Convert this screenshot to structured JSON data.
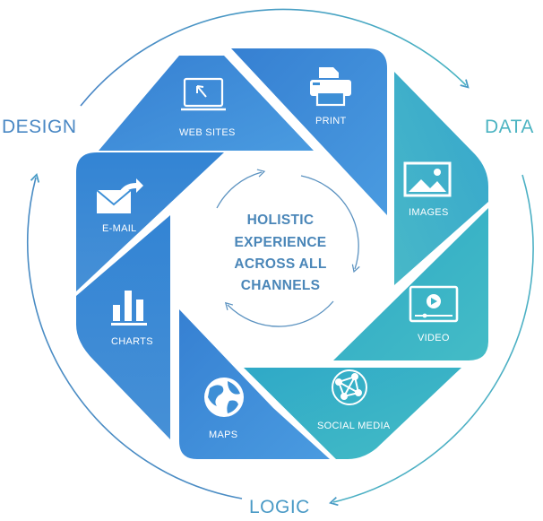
{
  "outer": {
    "design": "DESIGN",
    "data": "DATA",
    "logic": "LOGIC"
  },
  "segments": {
    "web_sites": "WEB SITES",
    "print": "PRINT",
    "images": "IMAGES",
    "video": "VIDEO",
    "social_media": "SOCIAL MEDIA",
    "maps": "MAPS",
    "charts": "CHARTS",
    "email": "E-MAIL"
  },
  "center": {
    "line1": "HOLISTIC",
    "line2": "EXPERIENCE",
    "line3": "ACROSS ALL",
    "line4": "CHANNELS"
  },
  "colors": {
    "blue": "#3d8fd6",
    "teal": "#3cb4c6",
    "outer_blue": "#4a88c4",
    "outer_teal": "#4cb4c2"
  },
  "icons": [
    "monitor-icon",
    "printer-icon",
    "picture-icon",
    "video-player-icon",
    "network-globe-icon",
    "globe-icon",
    "bar-chart-icon",
    "envelope-icon"
  ]
}
